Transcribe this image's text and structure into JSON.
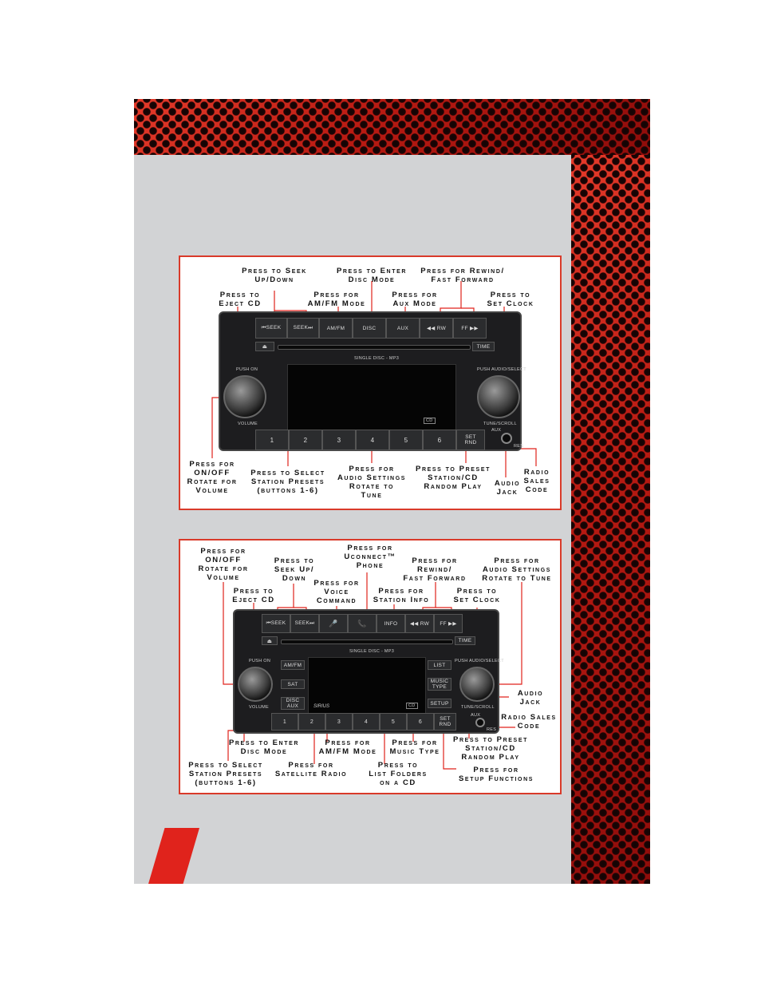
{
  "panel1": {
    "labels": {
      "seek": "Press to Seek\nUp/Down",
      "disc": "Press to Enter\nDisc Mode",
      "rewind": "Press for Rewind/\nFast Forward",
      "eject": "Press to\nEject CD",
      "amfm": "Press for\nAM/FM Mode",
      "aux": "Press for\nAux Mode",
      "clock": "Press to\nSet Clock",
      "onoff": "Press for\nON/OFF\nRotate for\nVolume",
      "presets": "Press to Select\nStation Presets\n(buttons 1-6)",
      "audio": "Press for\nAudio Settings\nRotate to\nTune",
      "preset_store": "Press to Preset\nStation/CD\nRandom Play",
      "aux_jack": "Audio\nJack",
      "sales": "Radio\nSales\nCode"
    },
    "radio": {
      "top_buttons": [
        "⏮SEEK",
        "SEEK⏭",
        "AM/FM",
        "DISC",
        "AUX",
        "◀◀ RW",
        "FF ▶▶"
      ],
      "eject": "⏏",
      "time": "TIME",
      "disc_text": "SINGLE DISC - MP3",
      "push_on": "PUSH ON",
      "volume": "VOLUME",
      "push_audio": "PUSH AUDIO/SELECT",
      "tune": "TUNE/SCROLL",
      "presets": [
        "1",
        "2",
        "3",
        "4",
        "5",
        "6"
      ],
      "set_rnd": "SET\nRND",
      "aux": "AUX",
      "res": "RES",
      "cd_logo": "CD"
    }
  },
  "panel2": {
    "labels": {
      "onoff": "Press for\nON/OFF\nRotate for\nVolume",
      "seek": "Press to\nSeek Up/\nDown",
      "uconnect": "Press for\nUconnect™\nPhone",
      "voice": "Press for\nVoice\nCommand",
      "rewind": "Press for\nRewind/\nFast Forward",
      "station_info": "Press for\nStation Info",
      "audio": "Press for\nAudio Settings\nRotate to Tune",
      "eject": "Press to\nEject CD",
      "clock": "Press to\nSet Clock",
      "aux_jack": "Audio\nJack",
      "sales": "Radio Sales\nCode",
      "disc": "Press to Enter\nDisc Mode",
      "amfm": "Press for\nAM/FM Mode",
      "music_type": "Press for\nMusic Type",
      "preset_store": "Press to Preset\nStation/CD\nRandom Play",
      "presets": "Press to Select\nStation Presets\n(buttons 1-6)",
      "satellite": "Press for\nSatellite Radio",
      "folders": "Press to\nList Folders\non a CD",
      "setup": "Press for\nSetup Functions"
    },
    "radio": {
      "top_buttons": [
        "⏮SEEK",
        "SEEK⏭",
        "🎤",
        "📞",
        "INFO",
        "◀◀ RW",
        "FF ▶▶"
      ],
      "eject": "⏏",
      "time": "TIME",
      "disc_text": "SINGLE DISC - MP3",
      "push_on": "PUSH ON",
      "volume": "VOLUME",
      "push_audio": "PUSH AUDIO/SELECT",
      "tune": "TUNE/SCROLL",
      "left_buttons": [
        "AM/FM",
        "SAT",
        "DISC\nAUX"
      ],
      "right_buttons": [
        "LIST",
        "MUSIC\nTYPE",
        "SETUP"
      ],
      "presets": [
        "1",
        "2",
        "3",
        "4",
        "5",
        "6"
      ],
      "set_rnd": "SET\nRND",
      "aux": "AUX",
      "res": "RES",
      "sirius": "SIRIUS",
      "cd_logo": "CD"
    }
  },
  "colors": {
    "accent": "#d93a2a",
    "page_gray": "#d2d3d5",
    "grille_red": "#b01010"
  }
}
